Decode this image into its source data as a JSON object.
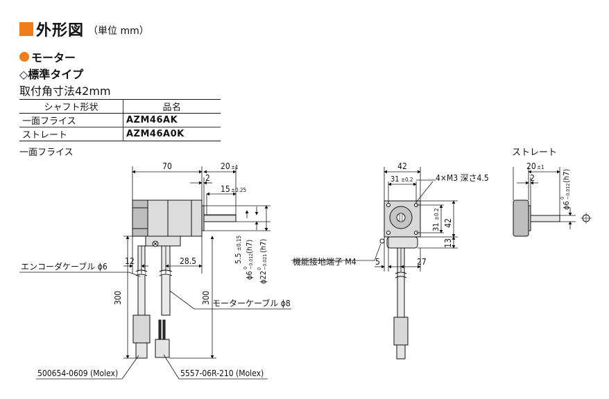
{
  "header": {
    "title": "外形図",
    "unit": "（単位 mm）"
  },
  "section": {
    "title": "モーター",
    "type": "◇標準タイプ",
    "size": "取付角寸法42mm"
  },
  "table": {
    "headers": [
      "シャフト形状",
      "品名"
    ],
    "rows": [
      {
        "shape": "一面フライス",
        "product": "AZM46AK"
      },
      {
        "shape": "ストレート",
        "product": "AZM46A0K"
      }
    ]
  },
  "views": {
    "side_label": "一面フライス",
    "straight_label": "ストレート"
  },
  "dims": {
    "d70": "70",
    "d20": "20",
    "pm1": "±1",
    "d2": "2",
    "d15": "15",
    "pm025": "±0.25",
    "d12": "12",
    "d285": "28.5",
    "d300": "300",
    "d55": "5.5",
    "pm015": "±0.15",
    "d6h7": "ϕ6",
    "t6": "0",
    "b6": "−0.012",
    "h7": "(h7)",
    "d22h7": "ϕ22",
    "t22": "0",
    "b22": "−0.021",
    "d42": "42",
    "d31": "31",
    "pm02": "±0.2",
    "m3": "4×M3 深さ4.5",
    "d13": "13",
    "d5": "5",
    "d27": "27",
    "earth": "機能接地端子 M4"
  },
  "callouts": {
    "encoder": "エンコーダケーブル ϕ6",
    "motor": "モーターケーブル ϕ8",
    "conn1": "500654-0609 (Molex)",
    "conn2": "5557-06R-210 (Molex)"
  }
}
